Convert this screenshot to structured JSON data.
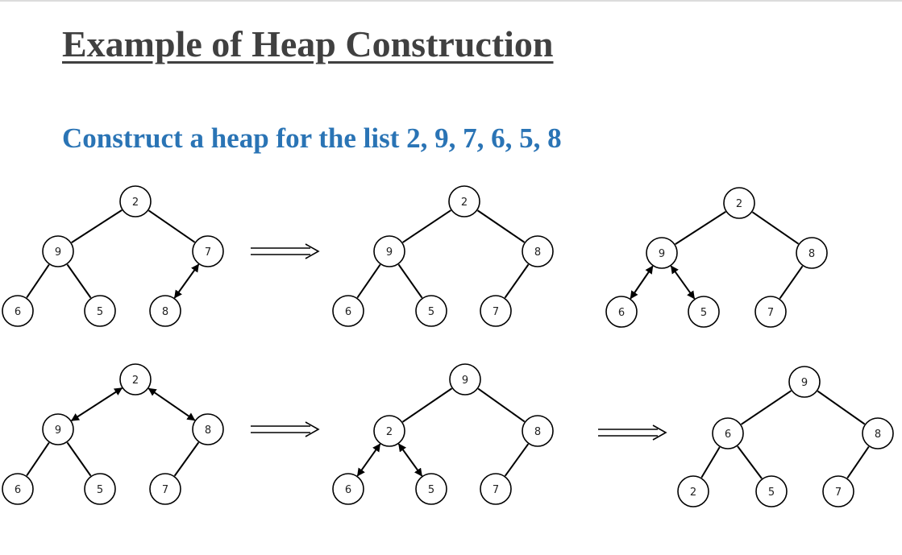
{
  "slide": {
    "title": "Example of Heap Construction",
    "subtitle": "Construct a heap for the list 2, 9, 7, 6, 5, 8"
  },
  "colors": {
    "title": "#404040",
    "subtitle": "#2a74b5",
    "node_stroke": "#000000",
    "node_fill": "#ffffff"
  },
  "heap_steps": [
    {
      "values": [
        "2",
        "9",
        "7",
        "6",
        "5",
        "8"
      ],
      "swap": [
        2,
        5
      ]
    },
    {
      "values": [
        "2",
        "9",
        "8",
        "6",
        "5",
        "7"
      ],
      "swap": []
    },
    {
      "values": [
        "2",
        "9",
        "8",
        "6",
        "5",
        "7"
      ],
      "swap": [
        [
          1,
          3
        ],
        [
          1,
          4
        ]
      ]
    },
    {
      "values": [
        "2",
        "9",
        "8",
        "6",
        "5",
        "7"
      ],
      "swap": [
        [
          0,
          1
        ],
        [
          0,
          2
        ]
      ]
    },
    {
      "values": [
        "9",
        "2",
        "8",
        "6",
        "5",
        "7"
      ],
      "swap": [
        [
          1,
          3
        ],
        [
          1,
          4
        ]
      ]
    },
    {
      "values": [
        "9",
        "6",
        "8",
        "2",
        "5",
        "7"
      ],
      "swap": []
    }
  ],
  "transition_arrows": [
    "step-1-to-2",
    "step-4-to-5",
    "step-5-to-6"
  ]
}
